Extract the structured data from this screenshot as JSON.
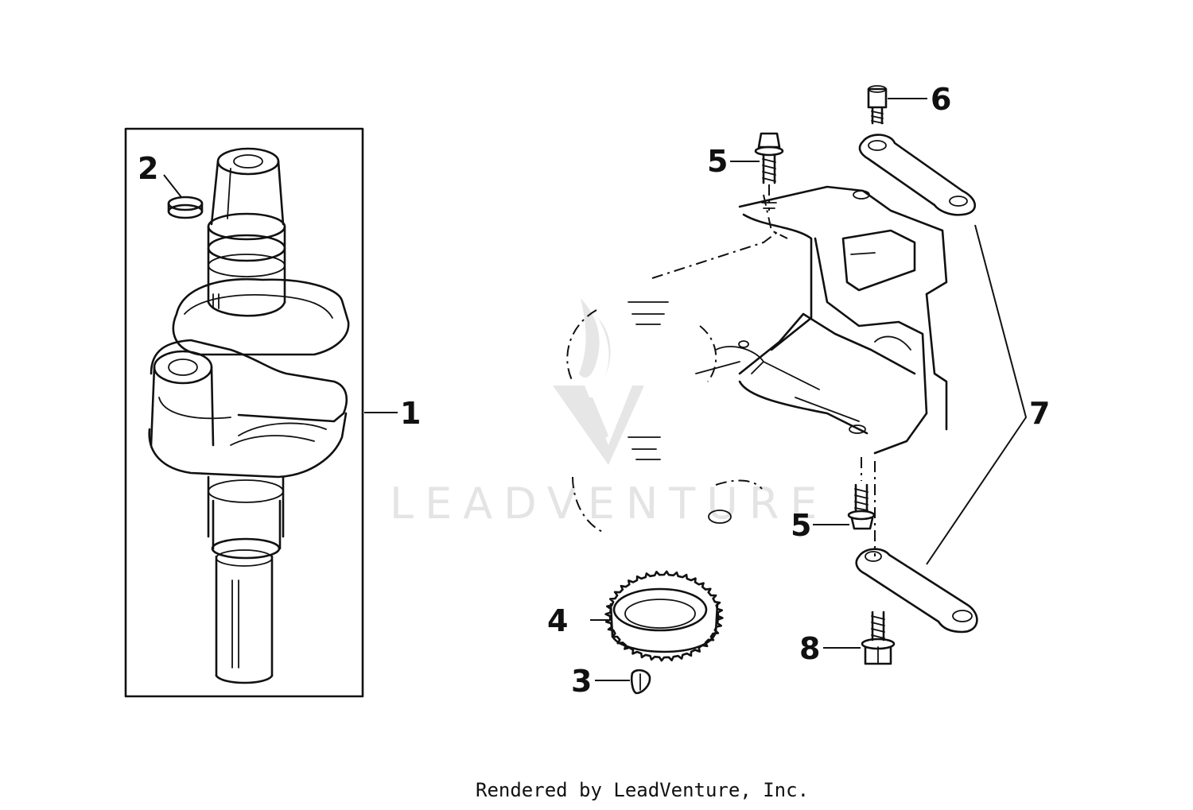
{
  "callouts": [
    {
      "id": "1",
      "label": "1"
    },
    {
      "id": "2",
      "label": "2"
    },
    {
      "id": "3",
      "label": "3"
    },
    {
      "id": "4",
      "label": "4"
    },
    {
      "id": "5a",
      "label": "5"
    },
    {
      "id": "5b",
      "label": "5"
    },
    {
      "id": "6",
      "label": "6"
    },
    {
      "id": "7",
      "label": "7"
    },
    {
      "id": "8",
      "label": "8"
    }
  ],
  "watermark": {
    "text": "LEADVENTURE"
  },
  "footer": {
    "text": "Rendered by LeadVenture, Inc."
  },
  "colors": {
    "ink": "#111111",
    "watermark": "#e4e4e4",
    "background": "#ffffff"
  }
}
